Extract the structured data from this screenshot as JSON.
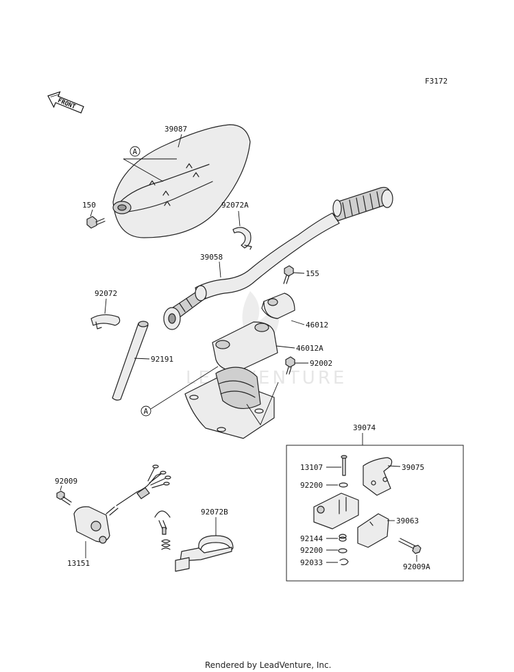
{
  "diagram_code": "F3172",
  "front_label": "FRONT",
  "watermark": "LEADVENTURE",
  "footer": "Rendered by LeadVenture, Inc.",
  "callout_letter": "A",
  "parts": {
    "cover": "39087",
    "bolt_cover": "150",
    "clamp_right": "92072A",
    "handlebar": "39058",
    "bolt_holder": "155",
    "clamp_left": "92072",
    "holder_upper": "46012",
    "holder_lower": "46012A",
    "tube": "92191",
    "bolt_holder_lower": "92002",
    "lever_assy": "39074",
    "pin": "13107",
    "lever": "39075",
    "washer_upper": "92200",
    "bracket": "39063",
    "spring": "92144",
    "washer_lower": "92200",
    "clip": "92033",
    "bolt_bracket": "92009A",
    "screw_switch": "92009",
    "switch": "13151",
    "clamp_band": "92072B"
  }
}
